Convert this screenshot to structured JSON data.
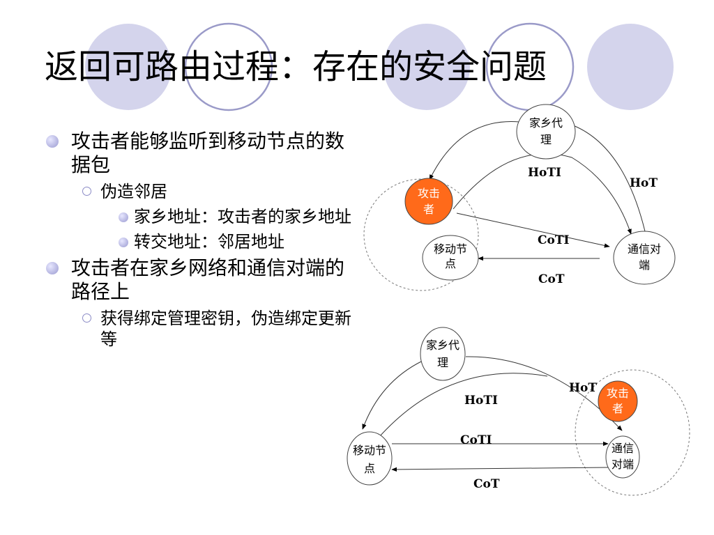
{
  "slide": {
    "title": "返回可路由过程：存在的安全问题",
    "colors": {
      "circle_fill": "#d4d4ec",
      "circle_stroke": "#9a9ac8",
      "attacker": "#ff6a1a",
      "bullet": "#9999d0"
    }
  },
  "bullets": [
    {
      "text": "攻击者能够监听到移动节点的数据包",
      "children": [
        {
          "text": "伪造邻居",
          "children": [
            {
              "text": "家乡地址：攻击者的家乡地址"
            },
            {
              "text": "转交地址：邻居地址"
            }
          ]
        }
      ]
    },
    {
      "text": "攻击者在家乡网络和通信对端的路径上",
      "children": [
        {
          "text": "获得绑定管理密钥，伪造绑定更新等"
        }
      ]
    }
  ],
  "diagram1": {
    "nodes": {
      "home_agent": [
        "家乡代",
        "理"
      ],
      "attacker": [
        "攻击",
        "者"
      ],
      "mobile_node": [
        "移动节",
        "点"
      ],
      "correspondent": [
        "通信对",
        "端"
      ]
    },
    "edges": {
      "hoti": "HoTI",
      "hot": "HoT",
      "coti": "CoTI",
      "cot": "CoT"
    }
  },
  "diagram2": {
    "nodes": {
      "home_agent": [
        "家乡代",
        "理"
      ],
      "attacker": [
        "攻击",
        "者"
      ],
      "mobile_node": [
        "移动节",
        "点"
      ],
      "correspondent": [
        "通信",
        "对端"
      ]
    },
    "edges": {
      "hoti": "HoTI",
      "hot": "HoT",
      "coti": "CoTI",
      "cot": "CoT"
    }
  }
}
